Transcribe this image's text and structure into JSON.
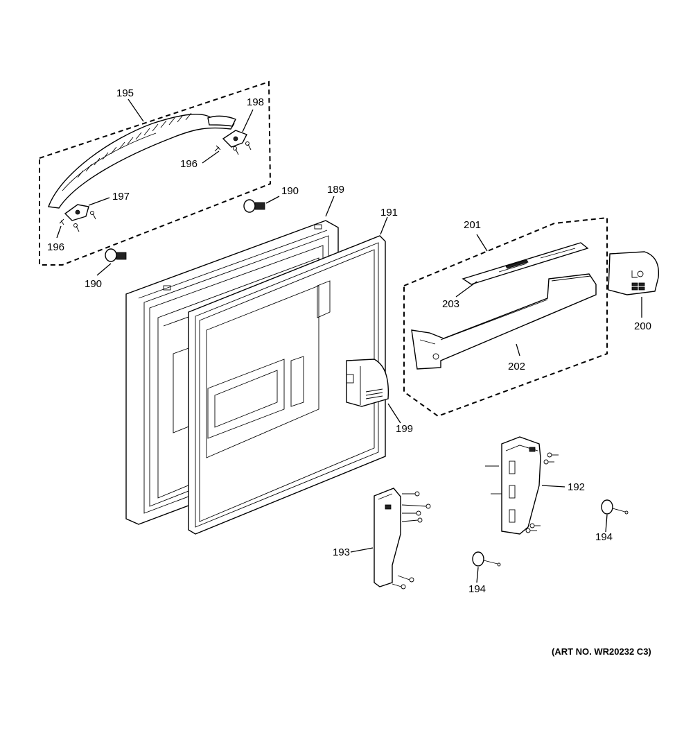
{
  "callouts": {
    "c189": "189",
    "c190a": "190",
    "c190b": "190",
    "c191": "191",
    "c192": "192",
    "c193": "193",
    "c194a": "194",
    "c194b": "194",
    "c195": "195",
    "c196a": "196",
    "c196b": "196",
    "c197": "197",
    "c198": "198",
    "c199": "199",
    "c200": "200",
    "c201": "201",
    "c202": "202",
    "c203": "203"
  },
  "art_number": "(ART NO. WR20232 C3)"
}
